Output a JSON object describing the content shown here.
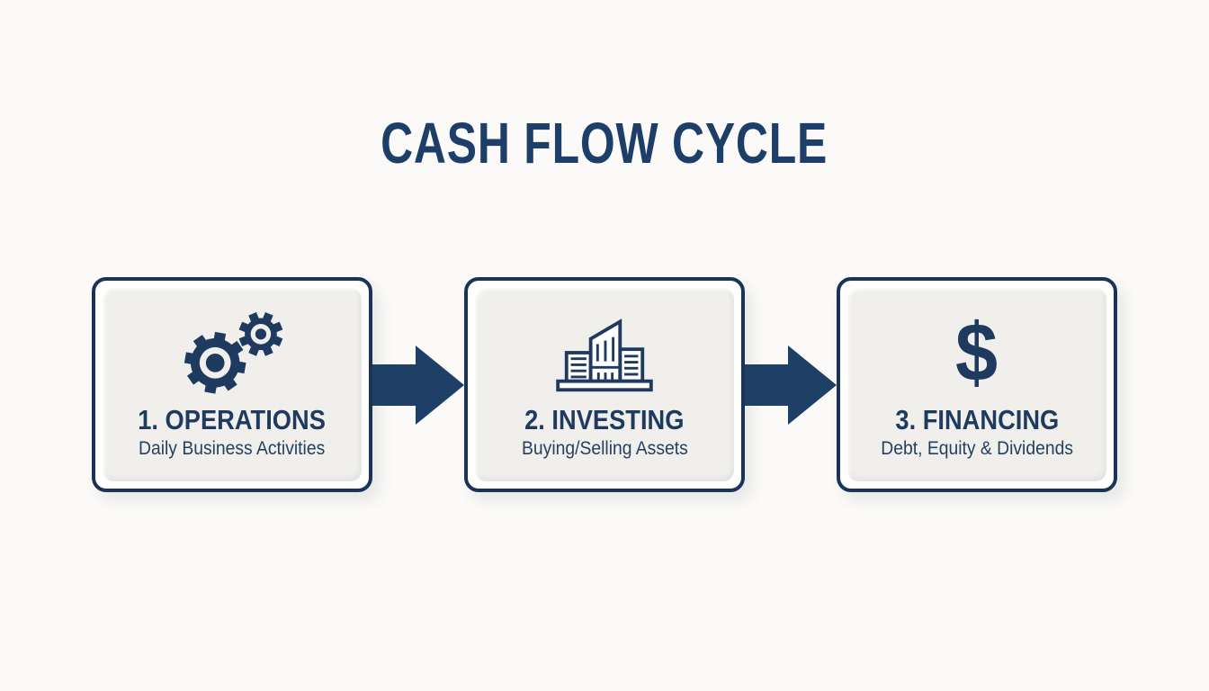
{
  "title": "CASH FLOW CYCLE",
  "steps": [
    {
      "heading": "1. OPERATIONS",
      "subtitle": "Daily Business Activities",
      "icon": "gears-icon"
    },
    {
      "heading": "2. INVESTING",
      "subtitle": "Buying/Selling Assets",
      "icon": "building-icon"
    },
    {
      "heading": "3. FINANCING",
      "subtitle": "Debt, Equity & Dividends",
      "icon": "dollar-icon",
      "dollar_glyph": "$"
    }
  ],
  "colors": {
    "background": "#fbfaf8",
    "card_border_navy": "#1a3456",
    "card_panel_gray": "#f0efec",
    "text_navy": "#1e3a5f",
    "arrow_navy": "#1f4066",
    "title_navy": "#1d3e68"
  }
}
